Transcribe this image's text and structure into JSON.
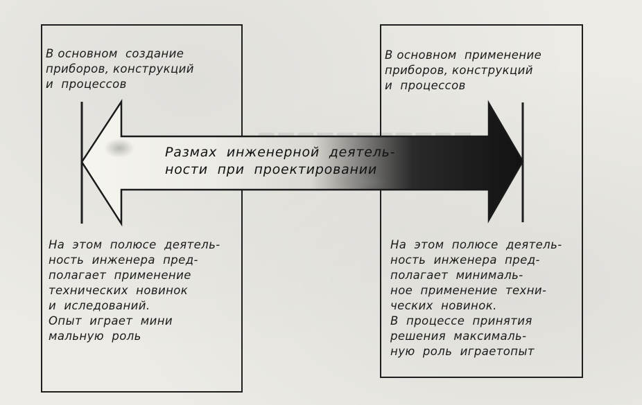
{
  "diagram": {
    "left_top": "В основном  создание\nприборов, конструкций\nи  процессов",
    "right_top": "В основном  применение\nприборов, конструкций\nи  процессов",
    "arrow_label": "Размах  инженерной  деятель-\nности  при  проектировании",
    "left_bottom": "На  этом  полюсе  деятель-\nность  инженера  пред-\nполагает  применение\nтехнических  новинок\nи  иследований.\nОпыт  играет  мини\nмальную  роль",
    "right_bottom": "На  этом  полюсе  деятель-\nность  инженера  пред-\nполагает  минималь-\nное  применение  техни-\nческих  новинок.\nВ  процессе  принятия\nрешения  максималь-\nную  роль  играетопыт"
  },
  "colors": {
    "ink": "#1e1e1e",
    "paper": "#ecebe6",
    "arrow_light": "#f4f3ee",
    "arrow_dark": "#161616"
  }
}
